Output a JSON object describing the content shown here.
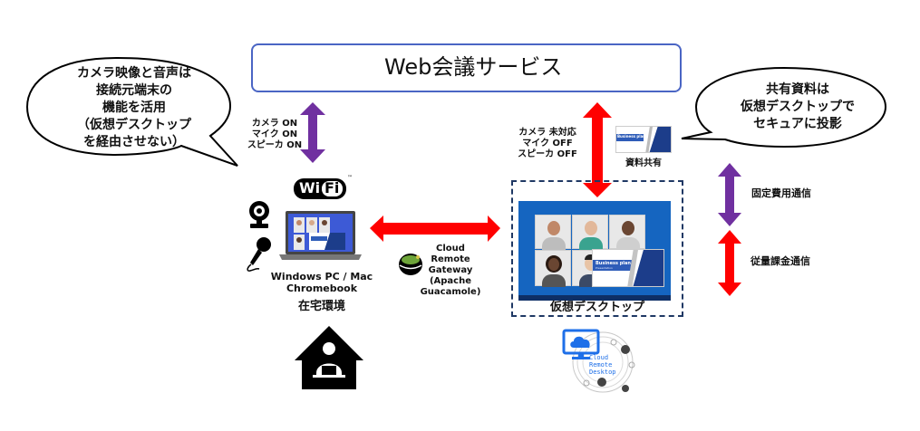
{
  "service": {
    "title": "Web会議サービス",
    "icon": "video-camera-icon"
  },
  "bubbles": {
    "left": [
      "カメラ映像と音声は",
      "接続元端末の",
      "機能を活用",
      "（仮想デスクトップ",
      "を経由させない）"
    ],
    "right": [
      "共有資料は",
      "仮想デスクトップで",
      "セキュアに投影"
    ]
  },
  "home_connection": {
    "status": [
      "カメラ ON",
      "マイク ON",
      "スピーカ ON"
    ],
    "arrow_color": "#7030a0"
  },
  "vd_connection": {
    "status": [
      "カメラ 未対応",
      "マイク OFF",
      "スピーカ OFF"
    ],
    "arrow_color": "#ff0000"
  },
  "shared_material": {
    "label": "資料共有",
    "slide_title": "Business plan",
    "slide_subtitle": "Presentation"
  },
  "home": {
    "device_label": [
      "Windows PC / Mac",
      "Chromebook"
    ],
    "environment_label": "在宅環境",
    "wifi_text": [
      "Wi",
      "Fi"
    ],
    "wifi_tm": "™"
  },
  "gateway": {
    "label": [
      "Cloud",
      "Remote",
      "Gateway",
      "(Apache",
      "Guacamole)"
    ]
  },
  "virtual_desktop": {
    "label": "仮想デスクトップ",
    "slide_title": "Business plan",
    "slide_subtitle": "Presentation"
  },
  "crd_logo": {
    "text": [
      "Cloud",
      "Remote",
      "Desktop"
    ]
  },
  "legend": [
    {
      "label": "固定費用通信",
      "color": "#7030a0"
    },
    {
      "label": "従量課金通信",
      "color": "#ff0000"
    }
  ],
  "colors": {
    "purple": "#7030a0",
    "red": "#ff0000",
    "service_border": "#4a65c4",
    "dashed_border": "#1f3864",
    "screen_blue": "#1565c0"
  }
}
